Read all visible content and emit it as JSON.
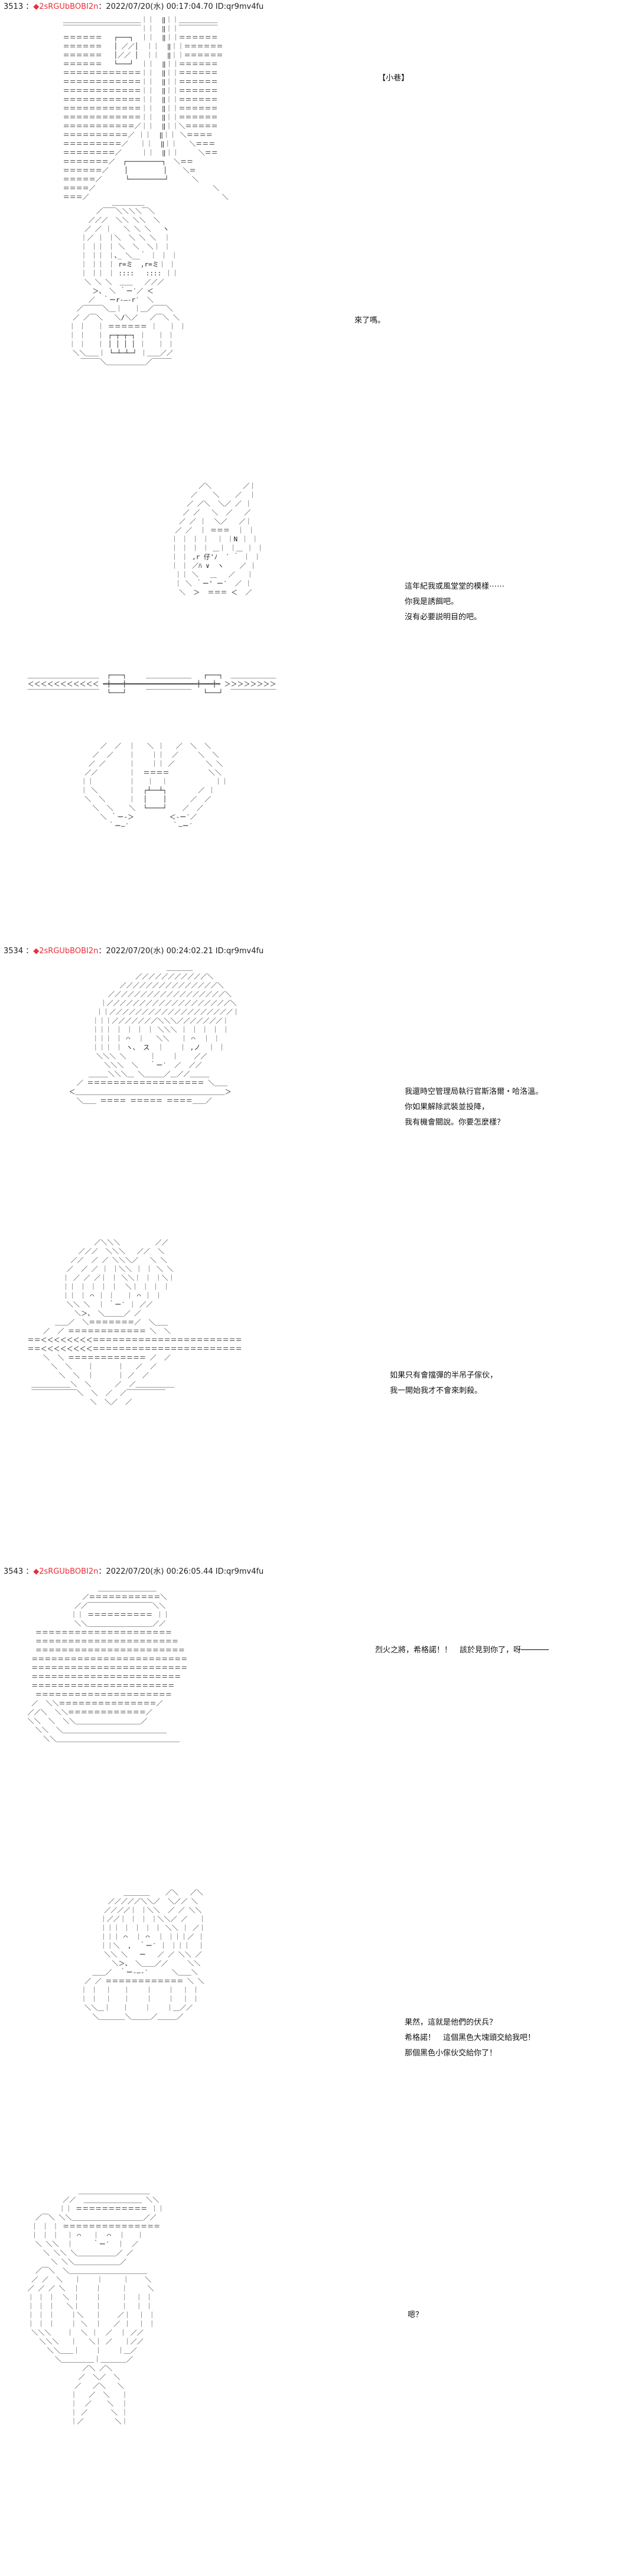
{
  "posts": [
    {
      "number": "3513",
      "name": "◆2sRGUbBOBI2n",
      "date": "2022/07/20(水) 00:17:04.70",
      "id": "ID:qr9mv4fu",
      "panels": [
        {
          "dialogue": [
            "【小巷】"
          ]
        },
        {
          "dialogue": [
            "來了嗎。"
          ]
        },
        {
          "dialogue": [
            "這年紀我或風堂堂的模樣⋯⋯",
            "你我是誘餌吧。",
            "沒有必要説明目的吧。"
          ]
        }
      ]
    },
    {
      "number": "3534",
      "name": "◆2sRGUbBOBI2n",
      "date": "2022/07/20(水) 00:24:02.21",
      "id": "ID:qr9mv4fu",
      "panels": [
        {
          "dialogue": [
            "我還時空管理局執行官斯洛爾・哈洛溫。",
            "你如果解除武裝並投降，",
            "我有機會關說。你要怎麼樣？"
          ]
        },
        {
          "dialogue": [
            "如果只有會擋彈的半吊子傢伙，",
            "我一開始我才不會來刺殺。"
          ]
        }
      ]
    },
    {
      "number": "3543",
      "name": "◆2sRGUbBOBI2n",
      "date": "2022/07/20(水) 00:26:05.44",
      "id": "ID:qr9mv4fu",
      "panels": [
        {
          "dialogue": [
            "烈火之將，希格諾！！　該於見到你了，呀──────"
          ]
        },
        {
          "dialogue": [
            "果然，這就是他們的伏兵？",
            "希格諾！　這個黑色大塊頭交給我吧！",
            "那個黑色小傢伙交給你了！"
          ]
        },
        {
          "dialogue": [
            "嗯？"
          ]
        }
      ]
    }
  ]
}
